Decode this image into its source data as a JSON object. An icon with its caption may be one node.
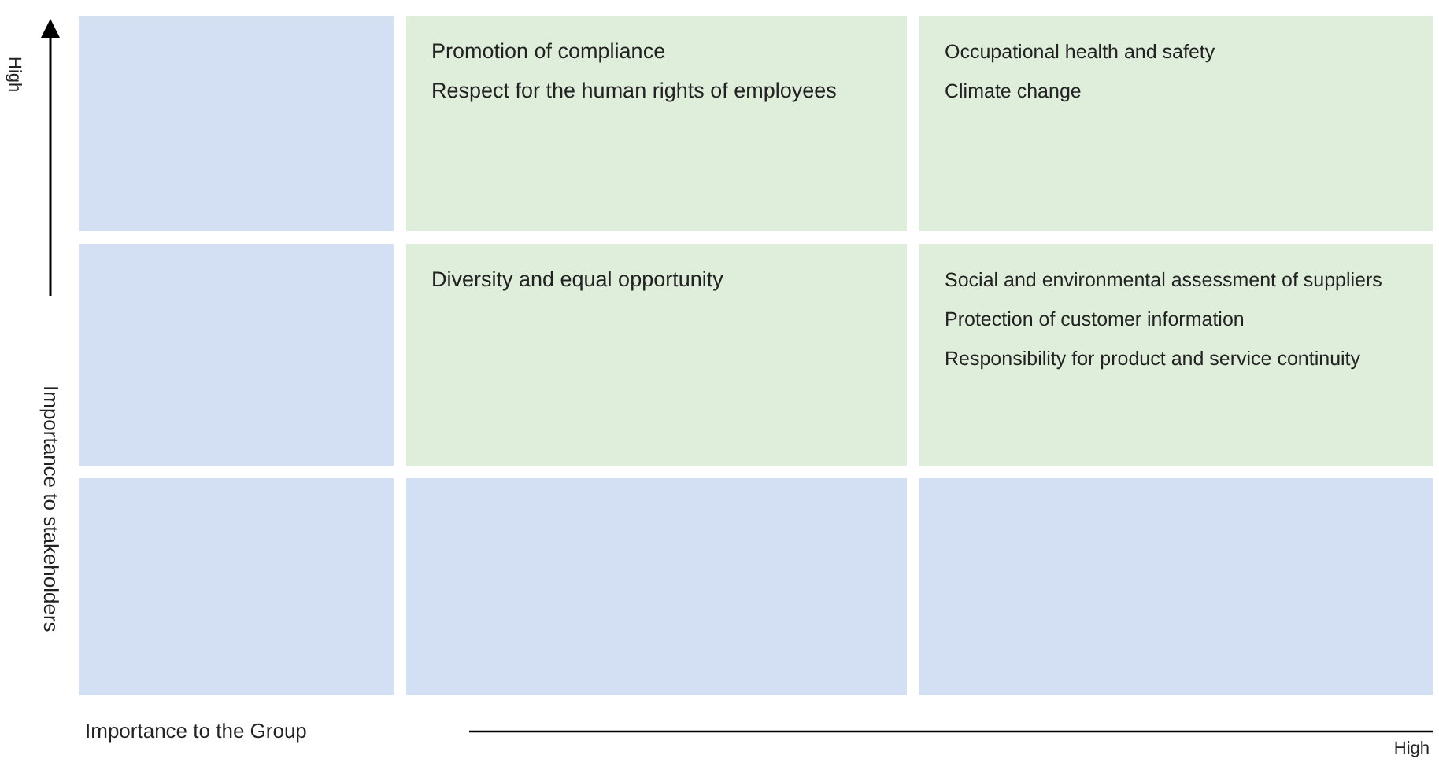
{
  "diagram": {
    "nodes": [
      {
        "text": [],
        "shape": "box"
      },
      {
        "text": [
          "Promotion of compliance",
          "Respect for the human rights of employees"
        ]
      },
      {
        "text": [
          "Occupational health and safety",
          "Climate change"
        ]
      },
      {
        "text": [],
        "shape": "box"
      },
      {
        "text": [
          "Diversity and equal opportunity"
        ]
      },
      {
        "text": [
          "Social and environmental assessment of suppliers",
          "Protection of customer information",
          "Responsibility for product and service continuity"
        ]
      },
      {
        "text": [],
        "shape": "box"
      },
      {
        "text": [],
        "shape": "box"
      },
      {
        "text": [],
        "shape": "box"
      }
    ],
    "labels": [
      "High",
      "Importance to stakeholders",
      "Importance to the Group",
      "High"
    ]
  }
}
